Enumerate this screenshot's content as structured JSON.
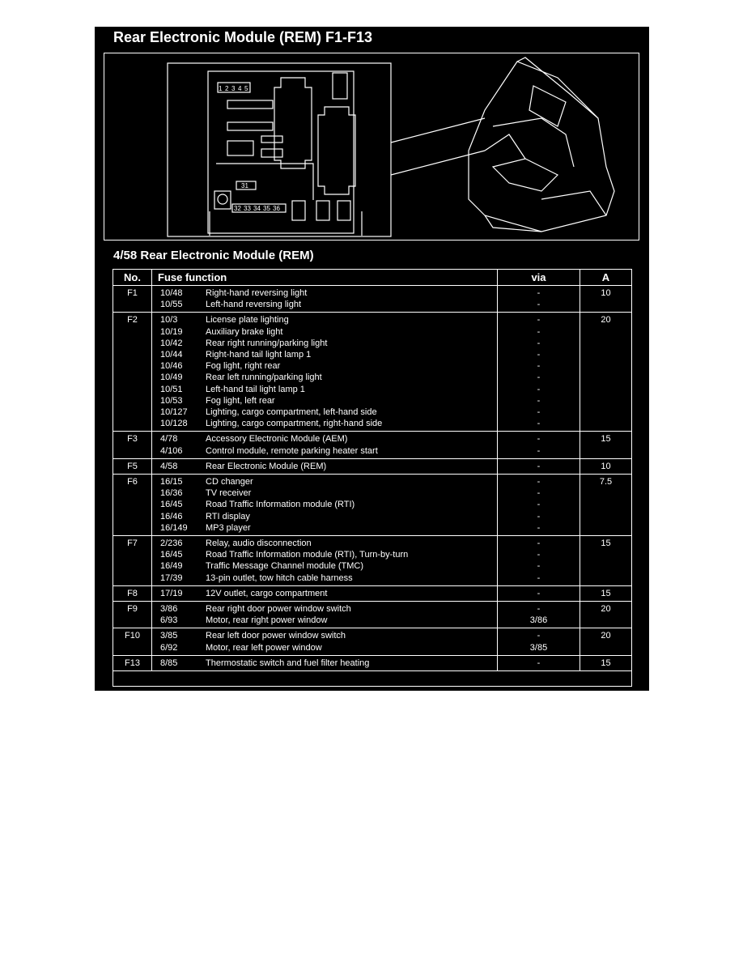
{
  "page_title": "Rear Electronic Module (REM) F1-F13",
  "diagram": {
    "fuse_labels_small": [
      "1",
      "2",
      "3",
      "4",
      "5"
    ],
    "fuse_label_31": "31",
    "fuse_labels_bottom": [
      "32",
      "33",
      "34",
      "35",
      "36"
    ]
  },
  "table_title": "4/58 Rear Electronic Module (REM)",
  "table": {
    "headers": {
      "no": "No.",
      "function": "Fuse function",
      "via": "via",
      "amp": "A"
    },
    "rows": [
      {
        "no": "F1",
        "amp": "10",
        "items": [
          {
            "code": "10/48",
            "desc": "Right-hand reversing light",
            "via": "-"
          },
          {
            "code": "10/55",
            "desc": "Left-hand reversing light",
            "via": "-"
          }
        ]
      },
      {
        "no": "F2",
        "amp": "20",
        "items": [
          {
            "code": "10/3",
            "desc": "License plate lighting",
            "via": "-"
          },
          {
            "code": "10/19",
            "desc": "Auxiliary brake light",
            "via": "-"
          },
          {
            "code": "10/42",
            "desc": "Rear right running/parking light",
            "via": "-"
          },
          {
            "code": "10/44",
            "desc": "Right-hand tail light lamp 1",
            "via": "-"
          },
          {
            "code": "10/46",
            "desc": "Fog light, right rear",
            "via": "-"
          },
          {
            "code": "10/49",
            "desc": "Rear left running/parking light",
            "via": "-"
          },
          {
            "code": "10/51",
            "desc": "Left-hand tail light lamp 1",
            "via": "-"
          },
          {
            "code": "10/53",
            "desc": "Fog light, left rear",
            "via": "-"
          },
          {
            "code": "10/127",
            "desc": "Lighting, cargo compartment, left-hand side",
            "via": "-"
          },
          {
            "code": "10/128",
            "desc": "Lighting, cargo compartment, right-hand side",
            "via": "-"
          }
        ]
      },
      {
        "no": "F3",
        "amp": "15",
        "items": [
          {
            "code": "4/78",
            "desc": "Accessory Electronic Module (AEM)",
            "via": "-"
          },
          {
            "code": "4/106",
            "desc": "Control module, remote parking heater start",
            "via": "-"
          }
        ]
      },
      {
        "no": "F5",
        "amp": "10",
        "items": [
          {
            "code": "4/58",
            "desc": "Rear Electronic Module (REM)",
            "via": "-"
          }
        ]
      },
      {
        "no": "F6",
        "amp": "7.5",
        "items": [
          {
            "code": "16/15",
            "desc": "CD changer",
            "via": "-"
          },
          {
            "code": "16/36",
            "desc": "TV receiver",
            "via": "-"
          },
          {
            "code": "16/45",
            "desc": "Road Traffic Information module (RTI)",
            "via": "-"
          },
          {
            "code": "16/46",
            "desc": "RTI display",
            "via": "-"
          },
          {
            "code": "16/149",
            "desc": "MP3 player",
            "via": "-"
          }
        ]
      },
      {
        "no": "F7",
        "amp": "15",
        "items": [
          {
            "code": "2/236",
            "desc": "Relay, audio disconnection",
            "via": "-"
          },
          {
            "code": "16/45",
            "desc": "Road Traffic Information module (RTI), Turn-by-turn",
            "via": "-"
          },
          {
            "code": "16/49",
            "desc": "Traffic Message Channel module (TMC)",
            "via": "-"
          },
          {
            "code": "17/39",
            "desc": "13-pin outlet, tow hitch cable harness",
            "via": "-"
          }
        ]
      },
      {
        "no": "F8",
        "amp": "15",
        "items": [
          {
            "code": "17/19",
            "desc": "12V outlet, cargo compartment",
            "via": "-"
          }
        ]
      },
      {
        "no": "F9",
        "amp": "20",
        "items": [
          {
            "code": "3/86",
            "desc": "Rear right door power window switch",
            "via": "-"
          },
          {
            "code": "6/93",
            "desc": "Motor, rear right power window",
            "via": "3/86"
          }
        ]
      },
      {
        "no": "F10",
        "amp": "20",
        "items": [
          {
            "code": "3/85",
            "desc": "Rear left door power window switch",
            "via": "-"
          },
          {
            "code": "6/92",
            "desc": "Motor, rear left power window",
            "via": "3/85"
          }
        ]
      },
      {
        "no": "F13",
        "amp": "15",
        "items": [
          {
            "code": "8/85",
            "desc": "Thermostatic switch and fuel filter heating",
            "via": "-"
          }
        ]
      }
    ]
  }
}
